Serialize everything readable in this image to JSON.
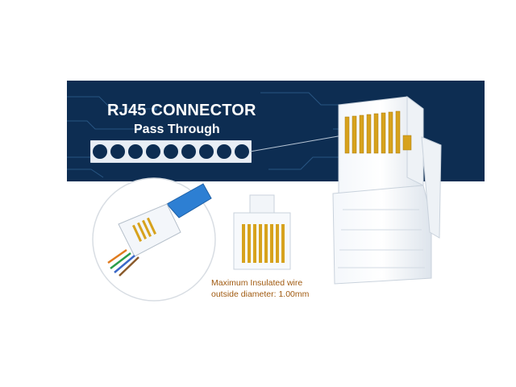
{
  "banner": {
    "title": "RJ45 CONNECTOR",
    "subtitle": "Pass Through",
    "background_color": "#0d2d52",
    "hole_count": 9
  },
  "caption": {
    "line1": "Maximum Insulated wire",
    "line2": "outside diameter: 1.00mm",
    "color": "#a05a10"
  },
  "images": {
    "large_connector": "clear-rj45-plug-with-gold-pins",
    "cable_closeup": "blue-cable-crimped-into-rj45-plug",
    "small_connector": "front-view-rj45-plug"
  }
}
